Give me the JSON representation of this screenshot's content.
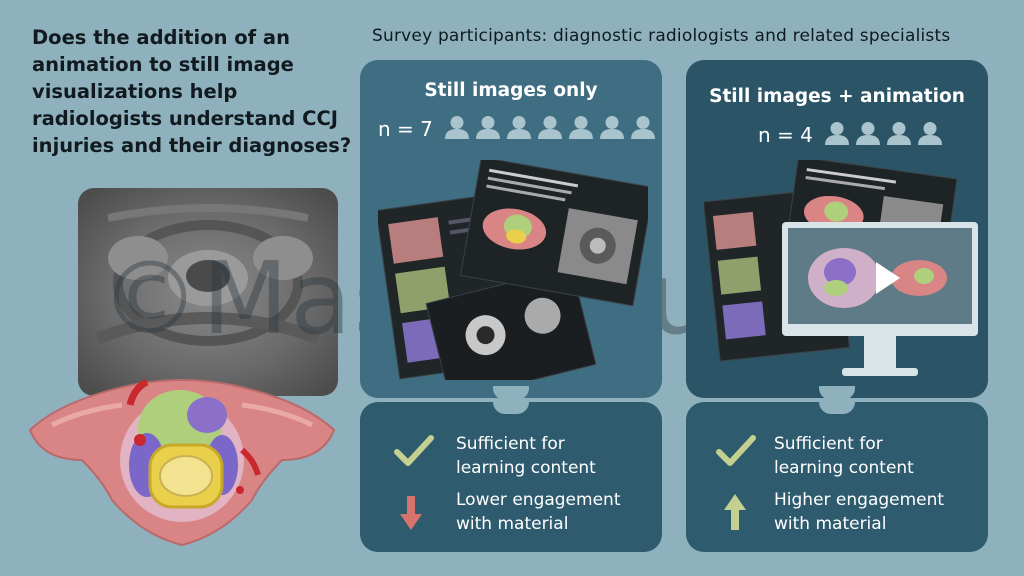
{
  "question": {
    "lines": [
      "Does the addition of an",
      "animation to still image",
      "visualizations help",
      "radiologists understand CCJ",
      "injuries and their diagnoses?"
    ]
  },
  "survey_title": "Survey participants: diagnostic radiologists and related specialists",
  "groups": [
    {
      "title": "Still images only",
      "count_label": "n = 7",
      "count": 7,
      "findings": [
        {
          "text_line1": "Sufficient for",
          "text_line2": "learning content",
          "icon": "checkmark-icon"
        },
        {
          "text_line1": "Lower engagement",
          "text_line2": "with material",
          "icon": "arrow-down-icon"
        }
      ]
    },
    {
      "title": "Still images + animation",
      "count_label": "n = 4",
      "count": 4,
      "findings": [
        {
          "text_line1": "Sufficient for",
          "text_line2": "learning content",
          "icon": "checkmark-icon"
        },
        {
          "text_line1": "Higher engagement",
          "text_line2": "with material",
          "icon": "arrow-up-icon"
        }
      ]
    }
  ],
  "watermark": "©MastalStudios",
  "colors": {
    "background": "#8fb1bd",
    "card_light": "#3f6e82",
    "card_dark": "#2b5466",
    "check": "#c3d08f",
    "arrow_down": "#d8726c",
    "arrow_up": "#c3d08f",
    "person": "#a9c4cc"
  }
}
